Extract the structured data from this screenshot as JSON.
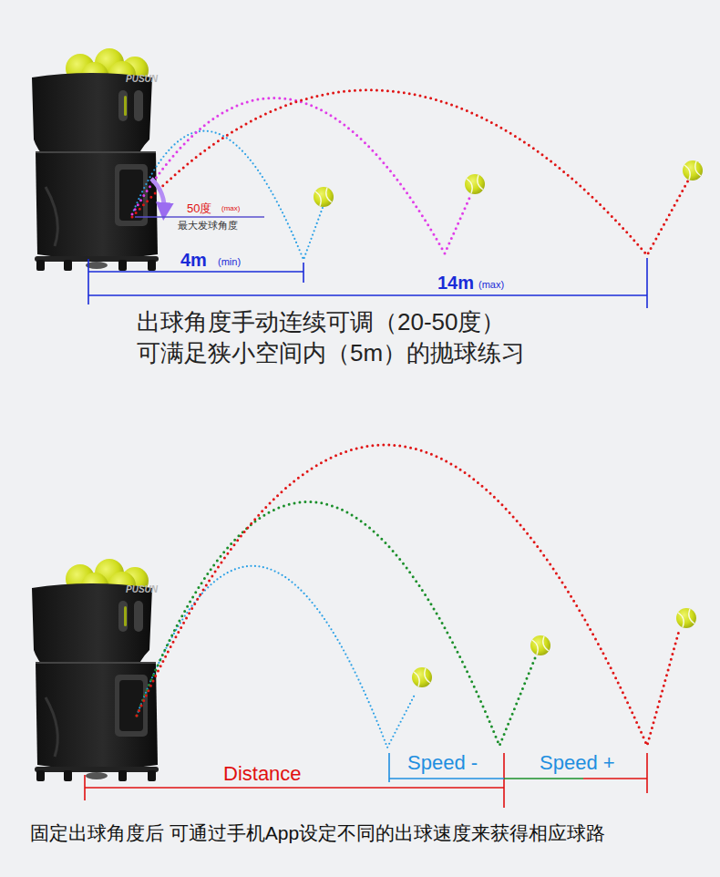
{
  "diagram": {
    "labels": [
      "PUSUN",
      "50度",
      "(max)",
      "最大发球角度",
      "4m",
      "(min)",
      "14m",
      "(max)",
      "出球角度手动连续可调（20-50度）",
      "可满足狭小空间内（5m）的抛球练习",
      "PUSUN",
      "Speed -",
      "Speed +",
      "Distance",
      "固定出球角度后 可通过手机App设定不同的出球速度来获得相应球路"
    ]
  }
}
